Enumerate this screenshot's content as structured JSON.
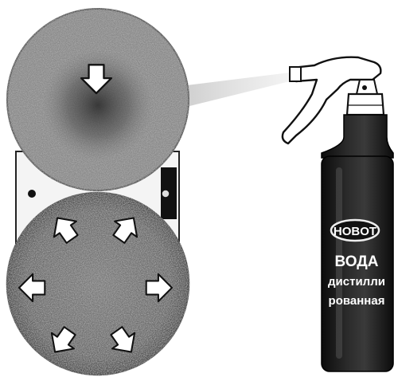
{
  "illustration": {
    "bottle": {
      "brand": "HOBOT",
      "label_lines": [
        "ВОДА",
        "дистилли",
        "рованная"
      ]
    },
    "upper_pad": {
      "arrow_direction": "down"
    },
    "lower_pad": {
      "arrow_directions": [
        "up-left",
        "up-right",
        "left",
        "right",
        "down-left",
        "down-right"
      ]
    },
    "colors": {
      "background": "#ffffff",
      "ink": "#111111",
      "bottle_body": "#1a1a1a",
      "pad_fill": "#8a8a8a"
    }
  }
}
